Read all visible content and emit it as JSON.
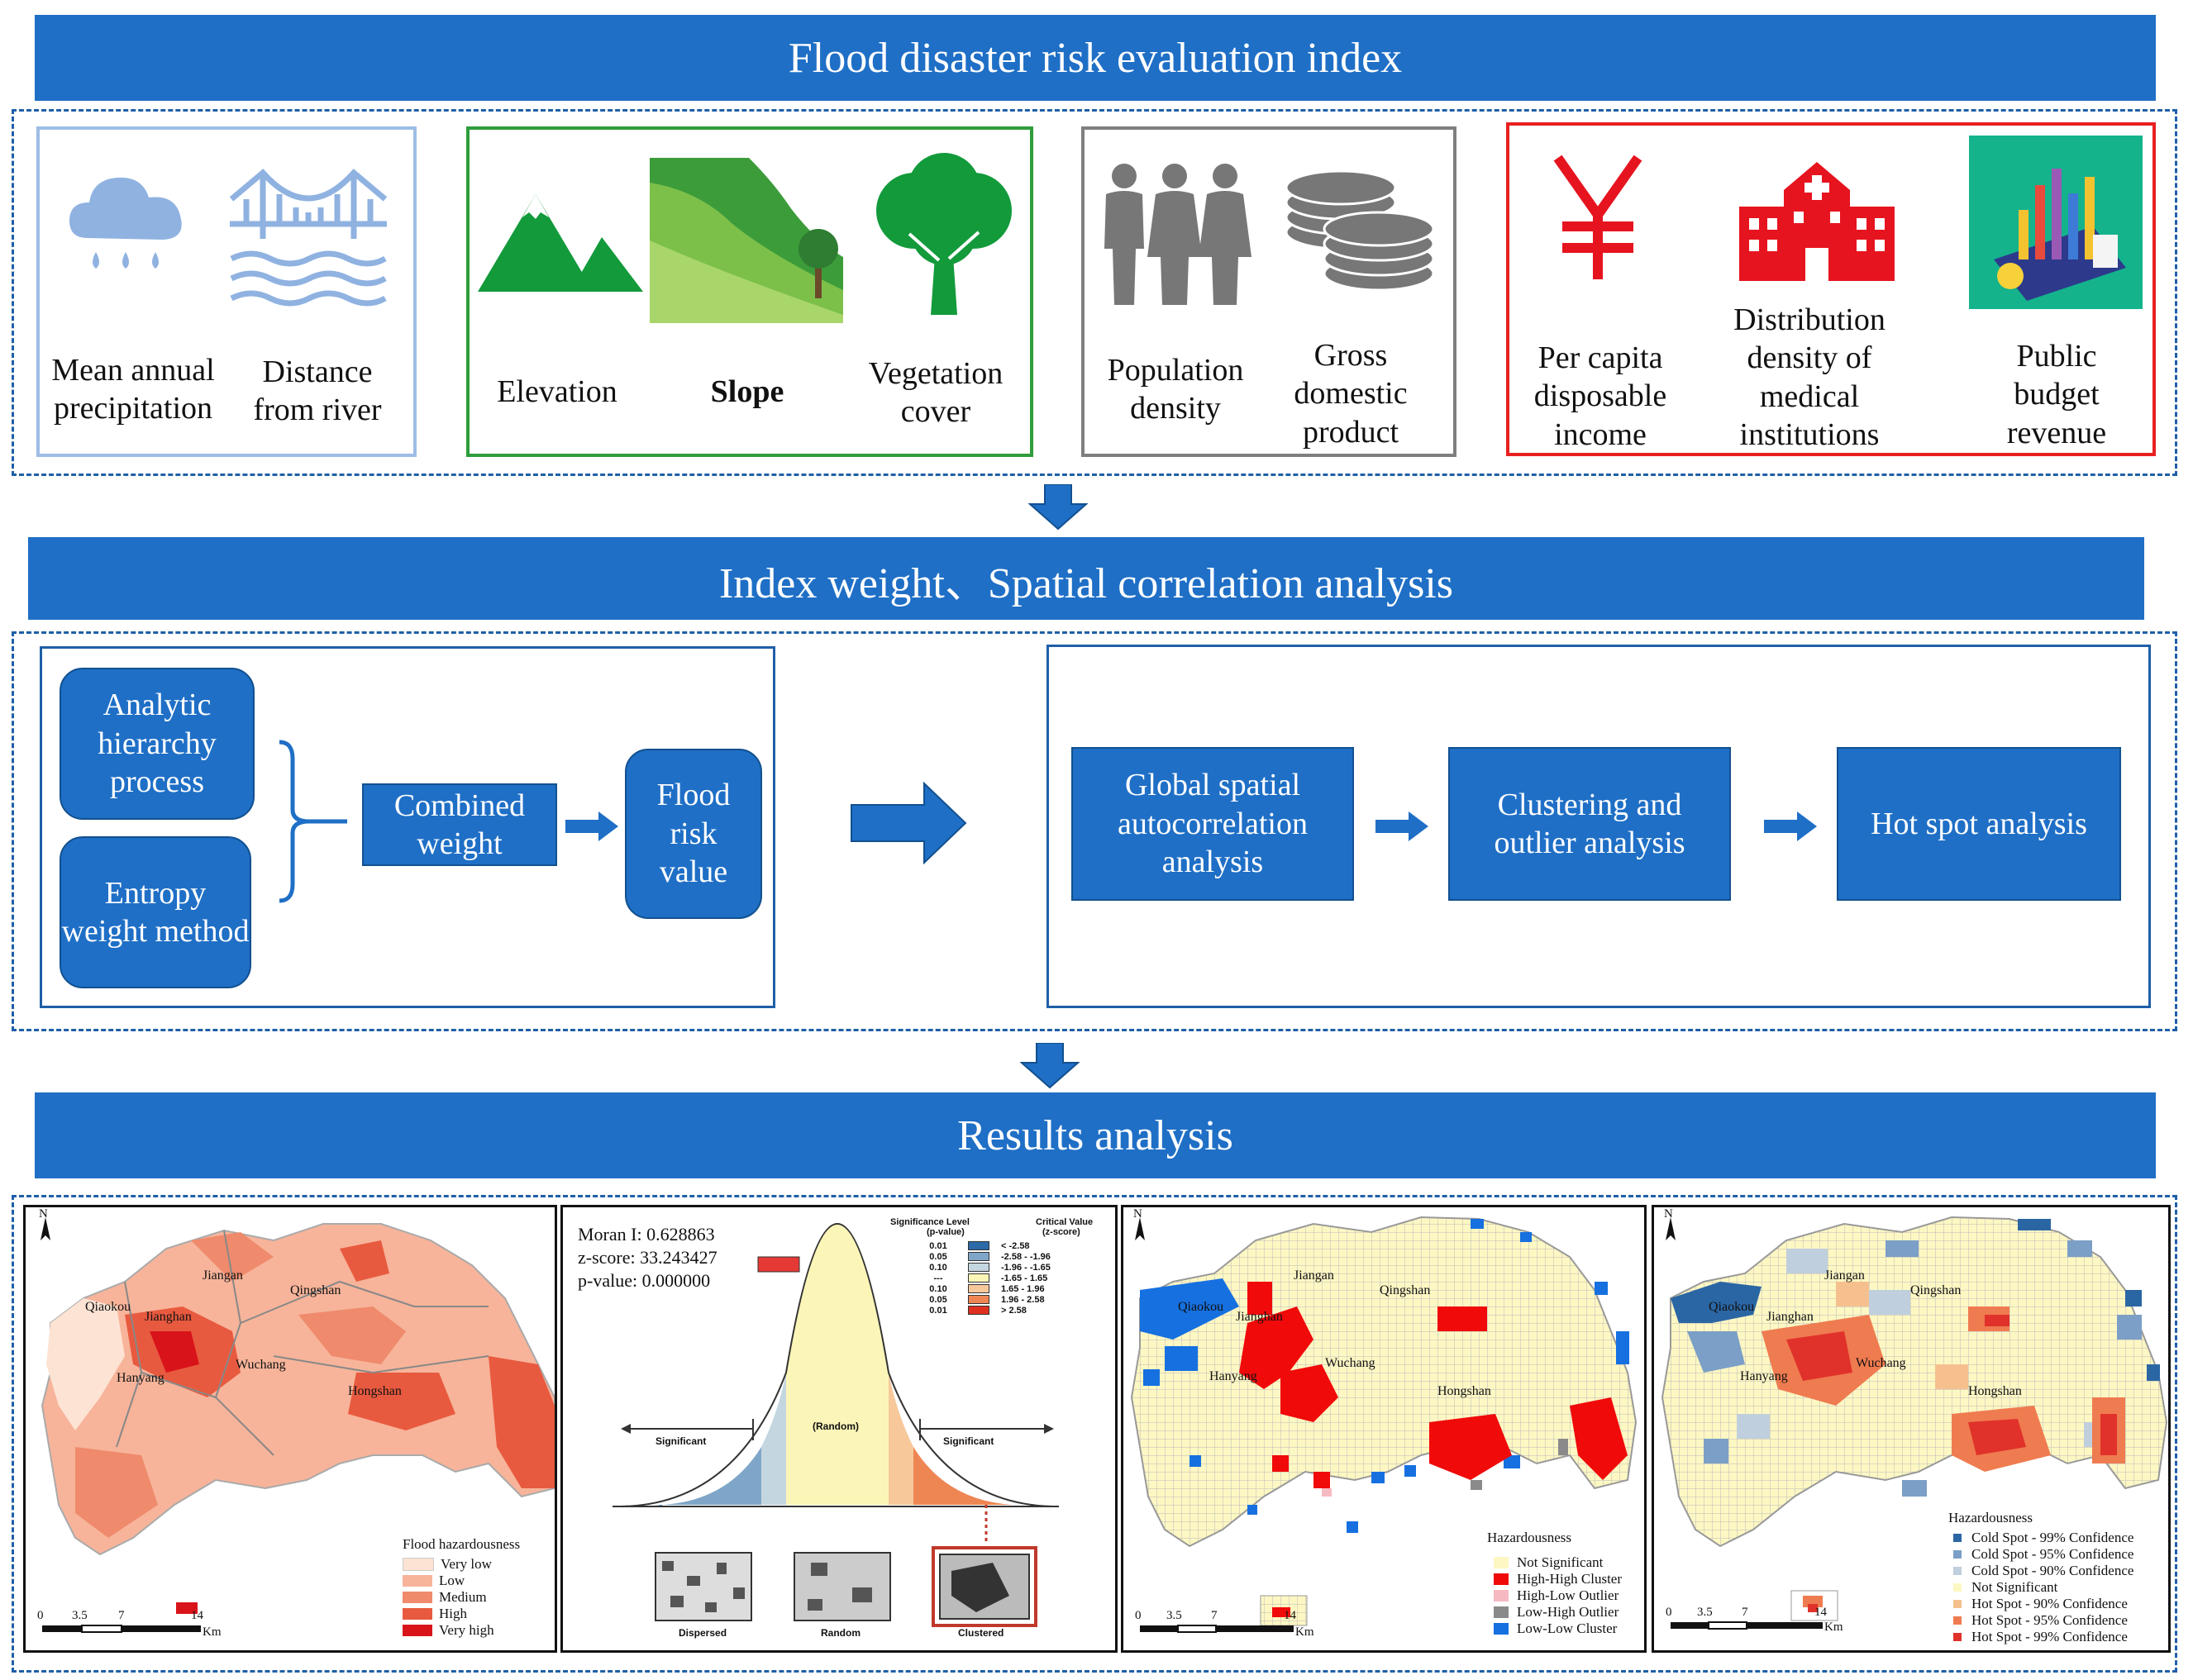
{
  "banners": {
    "index": "Flood disaster risk evaluation index",
    "analysis": "Index weight、Spatial correlation analysis",
    "results": "Results analysis"
  },
  "indicators": {
    "hazard": {
      "color": "#9dbde6",
      "items": [
        "Mean annual precipitation",
        "Distance from river"
      ]
    },
    "environment": {
      "color": "#2e9d3a",
      "items": [
        "Elevation",
        "Slope",
        "Vegetation cover"
      ]
    },
    "exposure": {
      "color": "#7f7f7f",
      "items": [
        "Population density",
        "Gross domestic product"
      ]
    },
    "resilience": {
      "color": "#e82020",
      "items": [
        "Per capita disposable income",
        "Distribution density of medical institutions",
        "Public budget revenue"
      ]
    }
  },
  "weights": {
    "ahp": "Analytic hierarchy process",
    "entropy": "Entropy weight method",
    "combined": "Combined weight",
    "risk": "Flood risk value"
  },
  "spatial": {
    "global": "Global spatial autocorrelation analysis",
    "cluster": "Clustering and outlier analysis",
    "hotspot": "Hot spot analysis"
  },
  "map_labels": {
    "north": "N",
    "districts": [
      "Jiangan",
      "Qingshan",
      "Qiaokou",
      "Jianghan",
      "Wuchang",
      "Hanyang",
      "Hongshan"
    ],
    "scale_ticks": [
      "0",
      "3.5",
      "7",
      "14"
    ],
    "scale_unit": "Km"
  },
  "map1_legend": {
    "title": "Flood hazardousness",
    "items": [
      {
        "label": "Very low",
        "color": "#fde3d3"
      },
      {
        "label": "Low",
        "color": "#f7b49a"
      },
      {
        "label": "Medium",
        "color": "#ef8a6c"
      },
      {
        "label": "High",
        "color": "#e85a3f"
      },
      {
        "label": "Very high",
        "color": "#d9131a"
      }
    ]
  },
  "moran": {
    "moran_i": "Moran I: 0.628863",
    "z_score": "z-score: 33.243427",
    "p_value": "p-value: 0.000000",
    "sig_header": "Significance Level",
    "sig_sub": "(p-value)",
    "crit_header": "Critical Value",
    "crit_sub": "(z-score)",
    "rows": [
      {
        "p": "0.01",
        "z": "< -2.58",
        "color": "#2c6aa8"
      },
      {
        "p": "0.05",
        "z": "-2.58 - -1.96",
        "color": "#7fa6c8"
      },
      {
        "p": "0.10",
        "z": "-1.96 - -1.65",
        "color": "#c4d6df"
      },
      {
        "p": "---",
        "z": "-1.65 - 1.65",
        "color": "#fbf6b8"
      },
      {
        "p": "0.10",
        "z": "1.65 - 1.96",
        "color": "#f6c89a"
      },
      {
        "p": "0.05",
        "z": "1.96 - 2.58",
        "color": "#ee8654"
      },
      {
        "p": "0.01",
        "z": "> 2.58",
        "color": "#e0301f"
      }
    ],
    "significant_left": "Significant",
    "significant_right": "Significant",
    "random": "(Random)",
    "patterns": [
      "Dispersed",
      "Random",
      "Clustered"
    ]
  },
  "map3_legend": {
    "title": "Hazardousness",
    "items": [
      {
        "label": "Not Significant",
        "color": "#fdf7c3"
      },
      {
        "label": "High-High Cluster",
        "color": "#f00a0a"
      },
      {
        "label": "High-Low Outlier",
        "color": "#f6b9c2"
      },
      {
        "label": "Low-High Outlier",
        "color": "#8a8a8a"
      },
      {
        "label": "Low-Low Cluster",
        "color": "#1670e0"
      }
    ]
  },
  "map4_legend": {
    "title": "Hazardousness",
    "items": [
      {
        "label": "Cold Spot - 99% Confidence",
        "color": "#2b66a4"
      },
      {
        "label": "Cold Spot - 95% Confidence",
        "color": "#7b9fc6"
      },
      {
        "label": "Cold Spot - 90% Confidence",
        "color": "#c0cfdd"
      },
      {
        "label": "Not Significant",
        "color": "#fdf7c3"
      },
      {
        "label": "Hot Spot - 90% Confidence",
        "color": "#f5c08e"
      },
      {
        "label": "Hot Spot - 95% Confidence",
        "color": "#ef7b50"
      },
      {
        "label": "Hot Spot - 99% Confidence",
        "color": "#e0322a"
      }
    ]
  }
}
